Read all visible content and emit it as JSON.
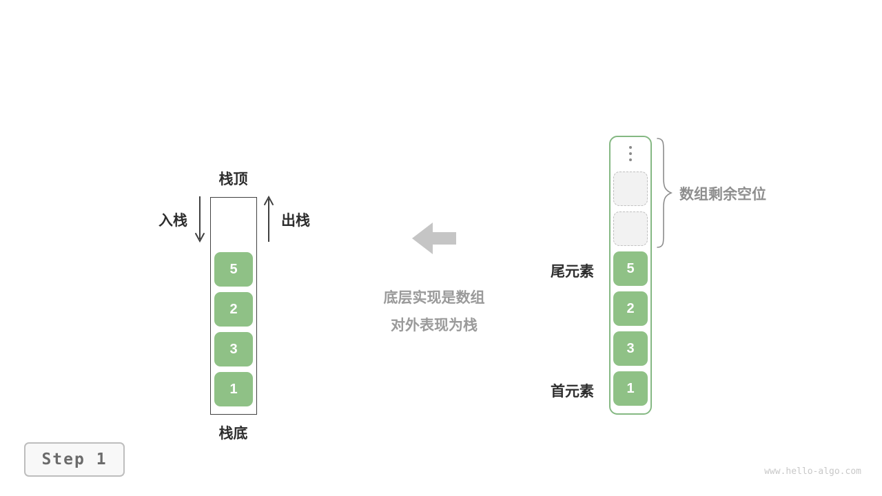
{
  "colors": {
    "cell_green": "#8fc186",
    "array_border_green": "#84b882",
    "dark_text": "#2d2d2d",
    "gray_text": "#9a9a9a",
    "big_arrow_gray": "#c5c5c5",
    "empty_slot_fill": "#f2f2f2",
    "watermark_gray": "#c8c8c8"
  },
  "left_stack": {
    "top_label": "栈顶",
    "bottom_label": "栈底",
    "push_label": "入栈",
    "pop_label": "出栈",
    "cells": [
      "5",
      "2",
      "3",
      "1"
    ]
  },
  "middle": {
    "caption_line1": "底层实现是数组",
    "caption_line2": "对外表现为栈"
  },
  "right_array": {
    "brace_label": "数组剩余空位",
    "tail_label": "尾元素",
    "head_label": "首元素",
    "empty_slot_count": 2,
    "cells": [
      "5",
      "2",
      "3",
      "1"
    ]
  },
  "footer": {
    "step_label": "Step 1",
    "watermark": "www.hello-algo.com"
  }
}
